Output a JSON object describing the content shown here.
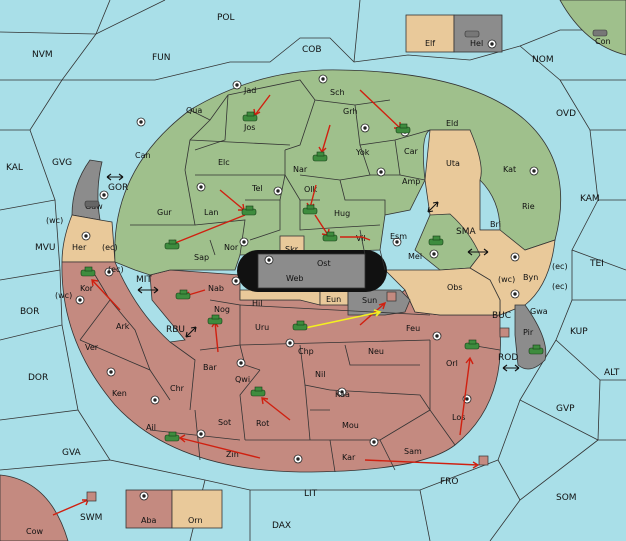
{
  "map": {
    "colors": {
      "sea": "#a9dfe8",
      "green_power": "#9fc08c",
      "red_power": "#c48a80",
      "neutral": "#e9c99a",
      "impassable": "#8c8c8c",
      "black_center": "#111111",
      "order_arrow": "#d02010",
      "support_arrow": "#f4f020",
      "army_unit": "#3e8c3e"
    },
    "outer_labels": {
      "pol": "POL",
      "cob": "COB",
      "nvm": "NVM",
      "fun": "FUN",
      "nom": "NOM",
      "ovd": "OVD",
      "kal": "KAL",
      "gvg": "GVG",
      "gor": "GOR",
      "kam": "KAM",
      "mvu": "MVU",
      "tei": "TEI",
      "mit": "MIT",
      "bor": "BOR",
      "rbu": "RBU",
      "buc": "BUC",
      "kup": "KUP",
      "dor": "DOR",
      "rod": "ROD",
      "alt": "ALT",
      "gvp": "GVP",
      "gva": "GVA",
      "fro": "FRO",
      "som": "SOM",
      "lit": "LIT",
      "swm": "SWM",
      "dax": "DAX",
      "sma": "SMA",
      "con": "Con",
      "cow": "Cow",
      "elf": "Elf",
      "hel": "Hel",
      "aba": "Aba",
      "orn": "Orn"
    },
    "green_labels": {
      "jad": "Jad",
      "sch": "Sch",
      "qua": "Qua",
      "jos": "Jos",
      "grh": "Grh",
      "can": "Can",
      "eld": "Eld",
      "car": "Car",
      "yok": "Yok",
      "nar": "Nar",
      "elc": "Elc",
      "kat": "Kat",
      "amp": "Amp",
      "tel": "Tel",
      "olk": "Olk",
      "gur": "Gur",
      "lan": "Lan",
      "hug": "Hug",
      "rie": "Rie",
      "gaw": "Gaw",
      "esm": "Esm",
      "vil": "Vil",
      "nor": "Nor",
      "sap": "Sap",
      "mel": "Mel"
    },
    "neutral_labels": {
      "uta": "Uta",
      "bri": "Bri",
      "her": "Her",
      "byn": "Byn",
      "gwa": "Gwa",
      "skr": "Skr",
      "ost": "Ost",
      "web": "Web",
      "obs": "Obs",
      "eun": "Eun",
      "hil": "Hil",
      "pir": "Pir",
      "sun": "Sun"
    },
    "red_labels": {
      "kor": "Kor",
      "nab": "Nab",
      "nog": "Nog",
      "ark": "Ark",
      "uru": "Uru",
      "feu": "Feu",
      "ver": "Ver",
      "chp": "Chp",
      "neu": "Neu",
      "bar": "Bar",
      "qwi": "Qwi",
      "nil": "Nil",
      "orl": "Orl",
      "ken": "Ken",
      "chr": "Chr",
      "kaa": "Kaa",
      "sot": "Sot",
      "rot": "Rot",
      "los": "Los",
      "ail": "Ail",
      "mou": "Mou",
      "zin": "Zin",
      "kar": "Kar",
      "sam": "Sam"
    },
    "coast_labels": {
      "wc1": "(wc)",
      "ec1": "(ec)",
      "ec2": "(ec)",
      "wc2": "(wc)",
      "wc3": "(wc)",
      "ec3": "(ec)",
      "ec4": "(ec)"
    }
  }
}
